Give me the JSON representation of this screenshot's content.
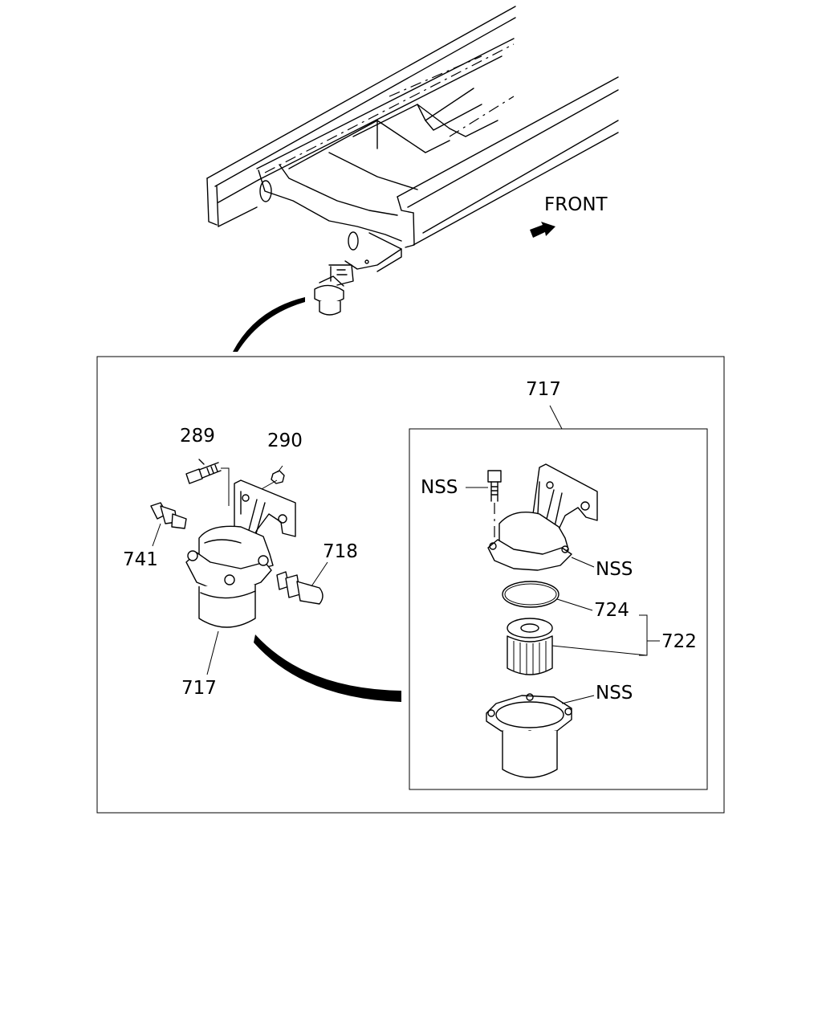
{
  "direction": {
    "front_label": "FRONT"
  },
  "labels": {
    "part_289": "289",
    "part_290": "290",
    "part_741": "741",
    "part_718": "718",
    "part_717_main": "717",
    "part_717_detail": "717",
    "nss_bolt": "NSS",
    "nss_housing": "NSS",
    "part_724": "724",
    "part_722": "722",
    "nss_bowl": "NSS"
  },
  "icons": {
    "front_arrow": "arrow-right-icon"
  }
}
